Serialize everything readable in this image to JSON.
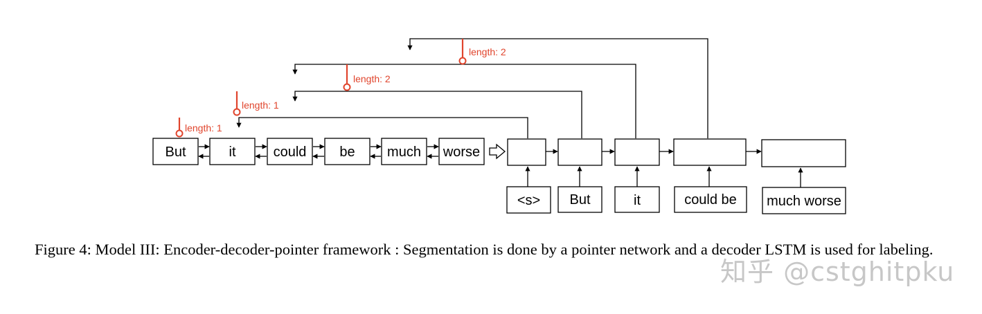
{
  "encoder": {
    "words": [
      "But",
      "it",
      "could",
      "be",
      "much",
      "worse"
    ]
  },
  "decoder_inputs": [
    "<s>",
    "But",
    "it",
    "could be",
    "much worse"
  ],
  "pointers": [
    {
      "label": "length: 1"
    },
    {
      "label": "length: 1"
    },
    {
      "label": "length: 2"
    },
    {
      "label": "length: 2"
    }
  ],
  "caption": "Figure 4:  Model III: Encoder-decoder-pointer framework : Segmentation is done by a pointer network and a decoder LSTM is used for labeling.",
  "watermark": "知乎 @cstghitpku",
  "colors": {
    "pointer": "#e0442c",
    "line": "#000000"
  }
}
